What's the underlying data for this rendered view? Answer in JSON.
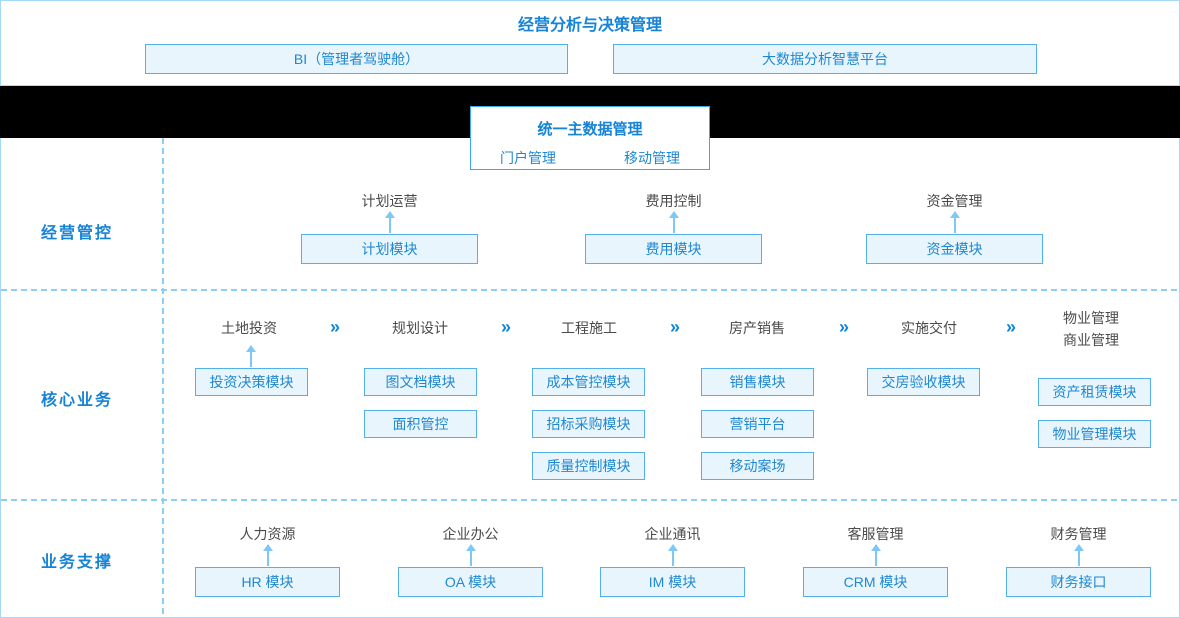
{
  "colors": {
    "accent_blue": "#1583d6",
    "box_text_blue": "#1e88d2",
    "box_border_blue": "#54b0ea",
    "box_fill_blue": "#e9f5fd",
    "outline_blue": "#a5d9f6",
    "dashed_blue": "#8ecdf4",
    "arrow_blue": "#7ec8f5",
    "chevron_blue": "#1285db",
    "top_bar": "#000000",
    "stage_text_gray": "#4a4a4a"
  },
  "top": {
    "title": "经营分析与决策管理",
    "bi_box": "BI（管理者驾驶舱）",
    "bigdata_box": "大数据分析智慧平台"
  },
  "master": {
    "title": "统一主数据管理",
    "portal": "门户管理",
    "mobile": "移动管理"
  },
  "management": {
    "label": "经营管控",
    "groups": [
      {
        "stage": "计划运营",
        "module": "计划模块"
      },
      {
        "stage": "费用控制",
        "module": "费用模块"
      },
      {
        "stage": "资金管理",
        "module": "资金模块"
      }
    ]
  },
  "core": {
    "label": "核心业务",
    "chevron": "»",
    "columns": [
      {
        "stage": "土地投资",
        "modules": [
          "投资决策模块"
        ]
      },
      {
        "stage": "规划设计",
        "modules": [
          "图文档模块",
          "面积管控"
        ]
      },
      {
        "stage": "工程施工",
        "modules": [
          "成本管控模块",
          "招标采购模块",
          "质量控制模块"
        ]
      },
      {
        "stage": "房产销售",
        "modules": [
          "销售模块",
          "营销平台",
          "移动案场"
        ]
      },
      {
        "stage": "实施交付",
        "modules": [
          "交房验收模块"
        ]
      },
      {
        "stage_line1": "物业管理",
        "stage_line2": "商业管理",
        "modules": [
          "资产租赁模块",
          "物业管理模块"
        ]
      }
    ]
  },
  "support": {
    "label": "业务支撑",
    "groups": [
      {
        "stage": "人力资源",
        "module": "HR 模块"
      },
      {
        "stage": "企业办公",
        "module": "OA 模块"
      },
      {
        "stage": "企业通讯",
        "module": "IM 模块"
      },
      {
        "stage": "客服管理",
        "module": "CRM 模块"
      },
      {
        "stage": "财务管理",
        "module": "财务接口"
      }
    ]
  }
}
